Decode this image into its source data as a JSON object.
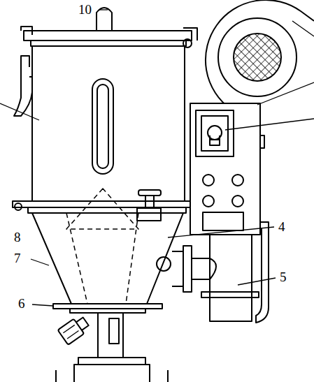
{
  "diagram": {
    "labels": [
      "10",
      "8",
      "7",
      "4",
      "5",
      "6"
    ]
  }
}
